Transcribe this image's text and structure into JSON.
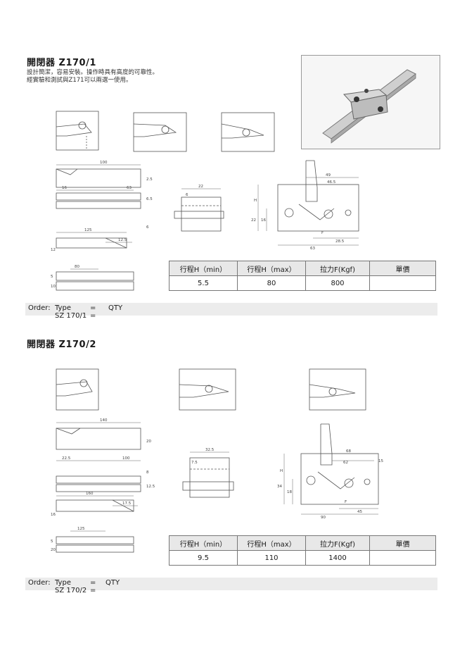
{
  "section1": {
    "title": "開閉器 Z170/1",
    "desc_line1": "設計簡潔，容易安裝。操作時具有高度的可靠性。",
    "desc_line2": "經實驗和測試與Z171可以兩選一使用。",
    "dims_top": [
      "100",
      "16",
      "63",
      "2.5",
      "6.5",
      "6",
      "125",
      "12.5",
      "12",
      "80",
      "5",
      "10"
    ],
    "dims_mid": [
      "22",
      "6"
    ],
    "dims_right": [
      "49",
      "46.5",
      "63",
      "28.5",
      "22",
      "16",
      "H",
      "F"
    ],
    "table": {
      "headers": [
        "行程H（min）",
        "行程H（max）",
        "拉力F(Kgf)",
        "單價"
      ],
      "row": [
        "5.5",
        "80",
        "800",
        ""
      ]
    },
    "order": {
      "label": "Order:",
      "type_label": "Type",
      "eq1": "=",
      "qty_label": "QTY",
      "code": "SZ 170/1",
      "eq2": "="
    }
  },
  "section2": {
    "title": "開閉器 Z170/2",
    "dims_top": [
      "140",
      "20",
      "22.5",
      "100",
      "12.5",
      "8",
      "160",
      "17.5",
      "16",
      "125",
      "5",
      "20"
    ],
    "dims_mid": [
      "32.5",
      "7.5"
    ],
    "dims_right": [
      "68",
      "62",
      "15",
      "90",
      "45",
      "34",
      "18",
      "H",
      "F"
    ],
    "table": {
      "headers": [
        "行程H（min）",
        "行程H（max）",
        "拉力F(Kgf)",
        "單價"
      ],
      "row": [
        "9.5",
        "110",
        "1400",
        ""
      ]
    },
    "order": {
      "label": "Order:",
      "type_label": "Type",
      "eq1": "=",
      "qty_label": "QTY",
      "code": "SZ 170/2",
      "eq2": "="
    }
  }
}
